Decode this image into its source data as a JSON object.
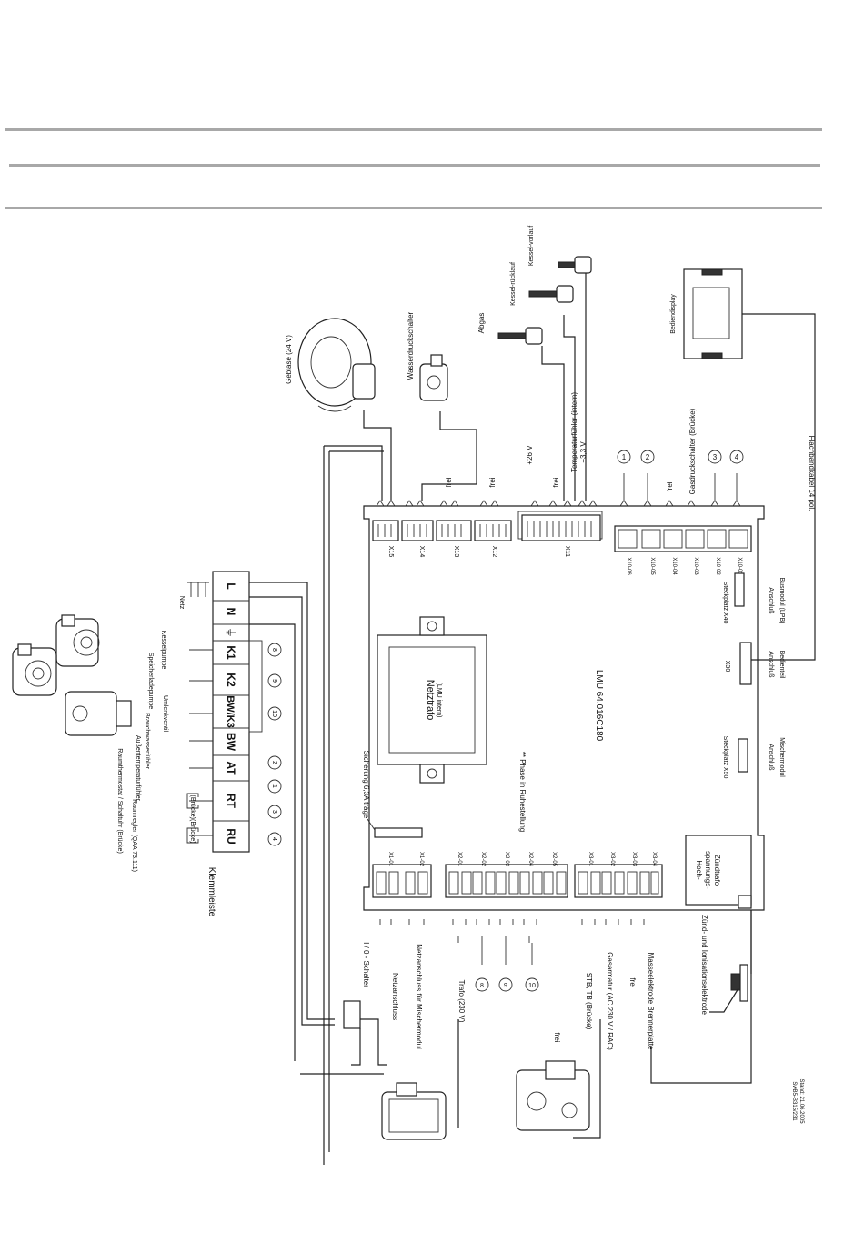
{
  "board": {
    "model": "LMU 64.016C180",
    "transformer_title": "Netztrafo",
    "transformer_sub": "(LMU intern)",
    "fuse": "Sicherung 6,3A träge",
    "phase_note": "** Phase in Ruhestellung",
    "hv_transformer_line1": "Hoch-",
    "hv_transformer_line2": "spannungs-",
    "hv_transformer_line3": "Zündtrafo"
  },
  "top_connectors": [
    {
      "id": "X15",
      "label": ""
    },
    {
      "id": "X14",
      "label": ""
    },
    {
      "id": "X13",
      "label": "frei"
    },
    {
      "id": "X12",
      "label": "frei"
    },
    {
      "id": "X11",
      "label": "+26 V"
    }
  ],
  "x11_labels": [
    "frei",
    "Temperaturfühler (intern)",
    "+3,3 V"
  ],
  "x10_connectors": [
    {
      "id": "X10-06",
      "label": "1"
    },
    {
      "id": "X10-05",
      "label": "2"
    },
    {
      "id": "X10-04",
      "label": "frei"
    },
    {
      "id": "X10-03",
      "label": "Gasdruckschalter (Brücke)"
    },
    {
      "id": "X10-02",
      "label": "3"
    },
    {
      "id": "X10-01",
      "label": "4"
    }
  ],
  "bottom_connectors": [
    {
      "id": "X1-01"
    },
    {
      "id": "X1-02"
    },
    {
      "id": "X2-01"
    },
    {
      "id": "X2-02"
    },
    {
      "id": "X2-03"
    },
    {
      "id": "X2-04"
    },
    {
      "id": "X2-05"
    },
    {
      "id": "X3-01"
    },
    {
      "id": "X3-02"
    },
    {
      "id": "X3-03"
    },
    {
      "id": "X3-04"
    }
  ],
  "slots": [
    {
      "name": "Steckplatz X40",
      "desc1": "Anschluß",
      "desc2": "Busmodul (LPB)"
    },
    {
      "name": "X30",
      "desc1": "Anschluß",
      "desc2": "Bedienteil"
    },
    {
      "name": "Steckplatz X50",
      "desc1": "Anschluß",
      "desc2": "Mischermodul"
    }
  ],
  "components": {
    "fan": "Gebläse (24 V)",
    "water_pressure": "Wasserdruckschalter",
    "exhaust": "Abgas",
    "boiler_return": "Kessel-rücklauf",
    "boiler_flow": "Kessel-vorlauf",
    "display": "Bediendisplay",
    "ribbon": "Flachbandkabel 14 pol.",
    "electrode": "Zünd- und Ionisationselektrode",
    "switch": "I / 0 - Schalter",
    "mains": "Netz"
  },
  "bottom_labels": [
    "Netzanschluss",
    "Netzanschluss für Mischermodul",
    "Trafo (230 V)",
    "frei",
    "STB, TB (Brücke)",
    "Gasarmatur (AC 230 V / RAC)",
    "frei",
    "Masseelektrode Brennerplatte"
  ],
  "terminal_block": {
    "title": "Klemmleiste",
    "terminals": [
      "L",
      "N",
      "⏚",
      "K1",
      "K2",
      "BW/K3",
      "BW",
      "AT",
      "RT",
      "RU"
    ],
    "labels": [
      "Kesselpumpe",
      "Speicherladepumpe",
      "Umlenkventil",
      "Brauchwasserfühler",
      "Außentemperaturfühler",
      "Raumthermostat / Schaltuhr (Brücke)",
      "Raumregler (QAA 73.111)"
    ],
    "bridge": "(Brücke)(Brücke)",
    "circles": [
      "8",
      "9",
      "10",
      "2",
      "1",
      "3",
      "4"
    ]
  },
  "stamp_line1": "SwB5-B315/231",
  "stamp_line2": "Stand: 21.06.2005"
}
